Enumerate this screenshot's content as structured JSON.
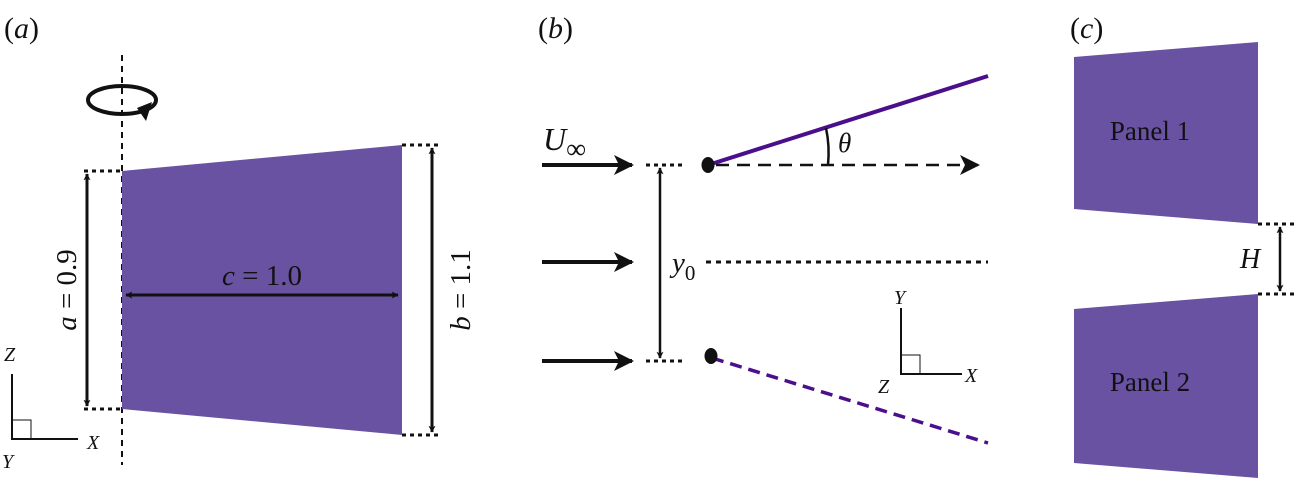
{
  "colors": {
    "panel_fill": "#6a52a3",
    "plate_line": "#4b0f8c",
    "ink": "#111111"
  },
  "panel_a": {
    "tag": "(a)",
    "a_label": "a = 0.9",
    "b_label": "b = 1.1",
    "c_label": "c = 1.0",
    "axis_z": "Z",
    "axis_x": "X",
    "axis_y": "Y",
    "icons": [
      "rotation-arrow-icon"
    ]
  },
  "panel_b": {
    "tag": "(b)",
    "freestream_symbol": "U",
    "freestream_sub": "∞",
    "angle_label": "θ",
    "offset_symbol": "y",
    "offset_sub": "0",
    "axis_y": "Y",
    "axis_x": "X",
    "axis_z": "Z"
  },
  "panel_c": {
    "tag": "(c)",
    "panel1_label": "Panel 1",
    "panel2_label": "Panel 2",
    "gap_label": "H"
  }
}
